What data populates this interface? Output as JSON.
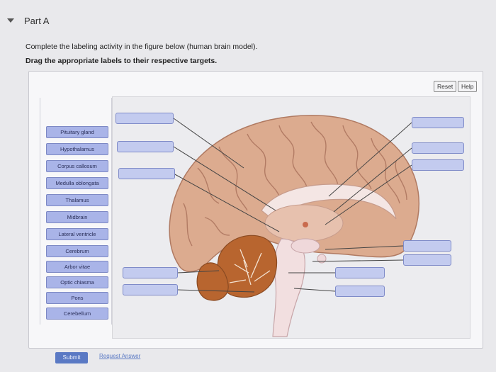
{
  "part": {
    "title": "Part A"
  },
  "instructions": {
    "line1": "Complete the labeling activity in the figure below (human brain model).",
    "line2": "Drag the appropriate labels to their respective targets."
  },
  "toolbar": {
    "reset_label": "Reset",
    "help_label": "Help"
  },
  "labels": [
    {
      "text": "Pituitary gland"
    },
    {
      "text": "Hypothalamus"
    },
    {
      "text": "Corpus callosum"
    },
    {
      "text": "Medulla oblongata"
    },
    {
      "text": "Thalamus"
    },
    {
      "text": "Midbrain"
    },
    {
      "text": "Lateral ventricle"
    },
    {
      "text": "Cerebrum"
    },
    {
      "text": "Arbor vitae"
    },
    {
      "text": "Optic chiasma"
    },
    {
      "text": "Pons"
    },
    {
      "text": "Cerebellum"
    }
  ],
  "footer": {
    "submit_label": "Submit",
    "request_answer_label": "Request Answer"
  },
  "colors": {
    "label_fill": "#a9b4e8",
    "target_fill": "#c3cbef",
    "accent": "#5a79c4",
    "brain": "#dcab8f",
    "cerebellum": "#b8652f"
  }
}
